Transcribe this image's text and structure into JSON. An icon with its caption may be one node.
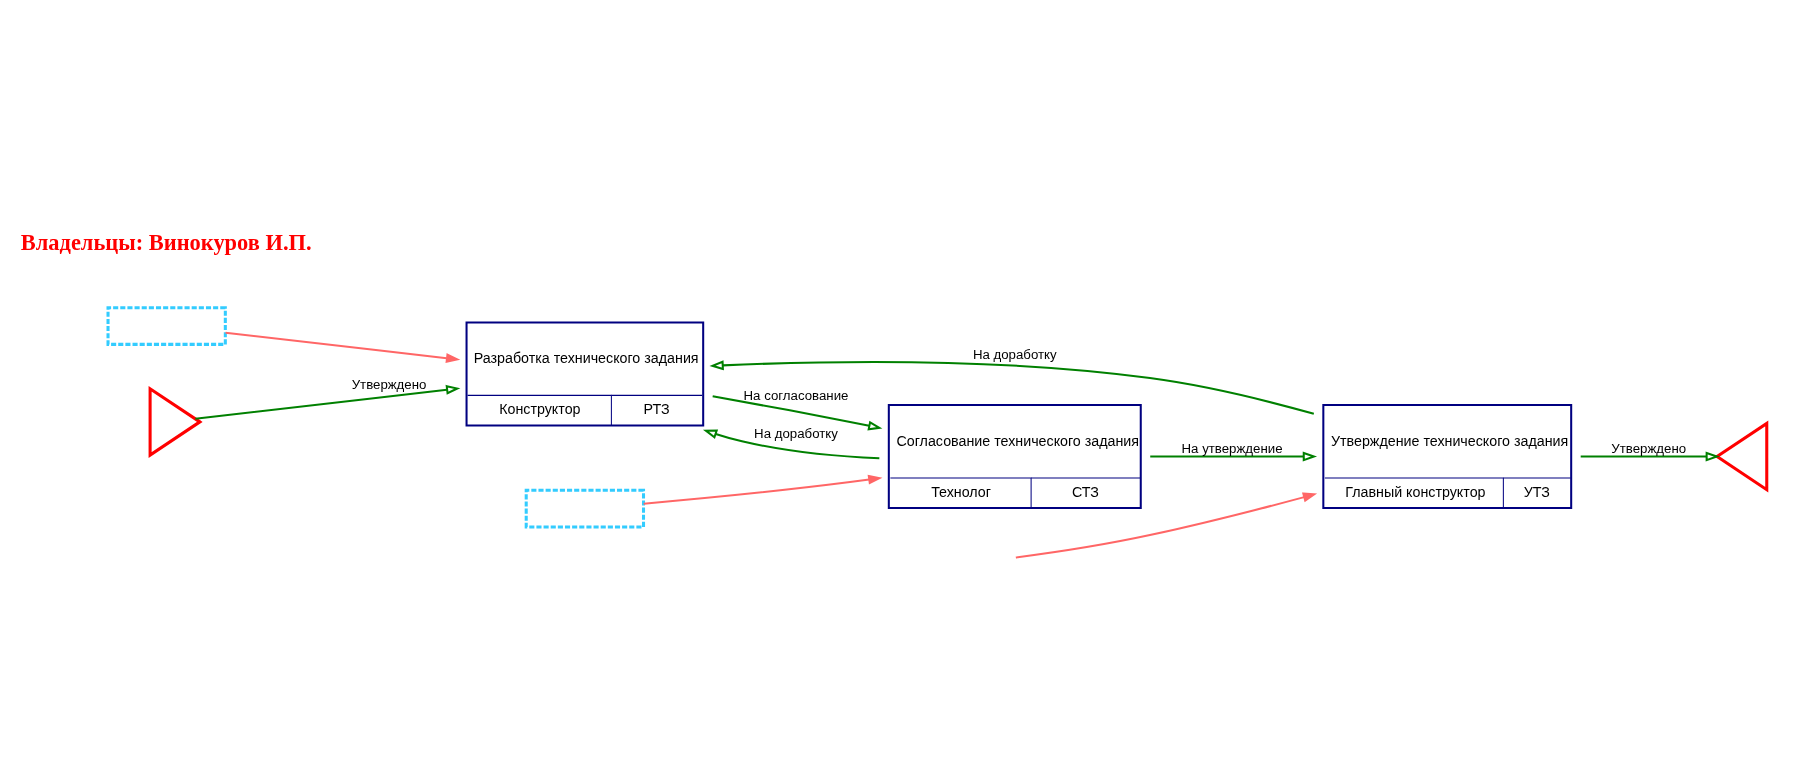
{
  "diagram": {
    "nodes": [
      {
        "text": [],
        "shape": "box"
      },
      {
        "text": [],
        "shape": "box"
      },
      {
        "text": [],
        "shape": "triangle"
      },
      {
        "text": [
          "Разработка технического задания",
          "Конструктор",
          "РТЗ"
        ]
      },
      {
        "text": [
          "Согласование технического задания",
          "Технолог",
          "СТЗ"
        ]
      },
      {
        "text": [
          "Утверждение технического задания",
          "Главный конструктор",
          "УТЗ"
        ]
      },
      {
        "text": [],
        "shape": "triangle"
      }
    ],
    "edges": [
      {
        "from": 0,
        "to": 3,
        "arrow": "to",
        "color": "#ff6666"
      },
      {
        "from": 1,
        "to": 4,
        "arrow": "to",
        "color": "#ff6666"
      },
      {
        "from": 2,
        "to": 3,
        "arrow": "to",
        "label": "Утверждено"
      },
      {
        "from": 3,
        "to": 4,
        "arrow": "to",
        "label": "На согласование"
      },
      {
        "from": 4,
        "to": 5,
        "arrow": "to",
        "label": "На утверждение"
      },
      {
        "from": 4,
        "to": 3,
        "arrow": "to",
        "label": "На доработку"
      },
      {
        "from": 5,
        "to": 3,
        "arrow": "to",
        "label": "На доработку"
      },
      {
        "from": 5,
        "to": 6,
        "arrow": "to",
        "label": "Утверждено"
      },
      {
        "from": null,
        "to": 5,
        "arrow": "to",
        "color": "#ff6666"
      }
    ],
    "labels": [
      "Владельцы: Винокуров И.П."
    ]
  }
}
